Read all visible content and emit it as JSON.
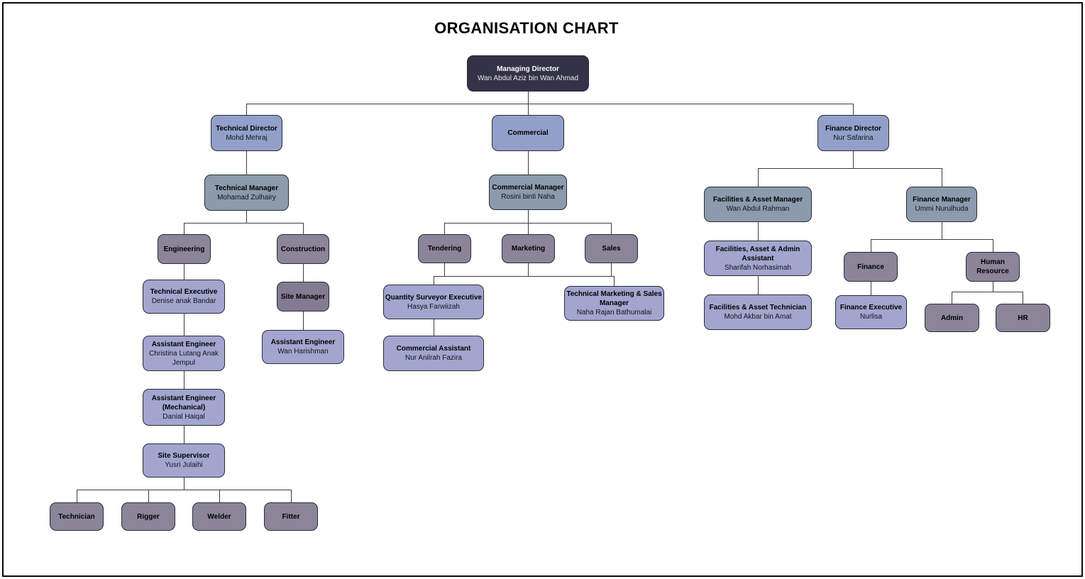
{
  "page": {
    "title": "ORGANISATION CHART"
  },
  "palette": {
    "executive_bg": "#333247",
    "executive_text": "#FFFFFF",
    "director_bg": "#92A0C9",
    "manager_bg": "#8C9AAD",
    "department_bg": "#8A8599",
    "site_manager_bg": "#817C92",
    "staff_bg": "#A2A5CE",
    "node_border": "#2B2B36",
    "connector": "#3D3D3D"
  },
  "org": {
    "nodes": {
      "md": {
        "title": "Managing Director",
        "name": "Wan Abdul Aziz bin Wan Ahmad"
      },
      "td": {
        "title": "Technical Director",
        "name": "Mohd Mehraj"
      },
      "com": {
        "title": "Commercial"
      },
      "fd": {
        "title": "Finance Director",
        "name": "Nur Safarina"
      },
      "tm": {
        "title": "Technical Manager",
        "name": "Mohamad Zulhairy"
      },
      "cm": {
        "title": "Commercial Manager",
        "name": "Rosini binti Naha"
      },
      "fam": {
        "title": "Facilities & Asset Manager",
        "name": "Wan Abdul Rahman"
      },
      "fm": {
        "title": "Finance Manager",
        "name": "Ummi Nurulhuda"
      },
      "eng": {
        "title": "Engineering"
      },
      "con": {
        "title": "Construction"
      },
      "ten": {
        "title": "Tendering"
      },
      "mkt": {
        "title": "Marketing"
      },
      "sal": {
        "title": "Sales"
      },
      "te": {
        "title": "Technical Executive",
        "name": "Denise anak Bandar"
      },
      "sm": {
        "title": "Site Manager"
      },
      "qse": {
        "title": "Quantity Surveyor Executive",
        "name": "Hasya Farwiizah"
      },
      "tms": {
        "title": "Technical Marketing & Sales Manager",
        "name": "Naha Rajan Bathumalai"
      },
      "faa": {
        "title": "Facilities, Asset & Admin Assistant",
        "name": "Sharifah Norhasimah"
      },
      "fin": {
        "title": "Finance"
      },
      "hrd": {
        "title": "Human Resource"
      },
      "ae1": {
        "title": "Assistant Engineer",
        "name": "Christina Lutang Anak Jempul"
      },
      "ae2": {
        "title": "Assistant Engineer",
        "name": "Wan Harishman"
      },
      "ca": {
        "title": "Commercial Assistant",
        "name": "Nur Anilrah Fazira"
      },
      "fat": {
        "title": "Facilities & Asset Technician",
        "name": "Mohd Akbar bin Amat"
      },
      "fe": {
        "title": "Finance Executive",
        "name": "Nurlisa"
      },
      "adm": {
        "title": "Admin"
      },
      "hr": {
        "title": "HR"
      },
      "aem": {
        "title": "Assistant Engineer (Mechanical)",
        "name": "Danial Haiqal"
      },
      "ss": {
        "title": "Site Supervisor",
        "name": "Yusri Julaihi"
      },
      "tech": {
        "title": "Technician"
      },
      "rig": {
        "title": "Rigger"
      },
      "wel": {
        "title": "Welder"
      },
      "fit": {
        "title": "Fitter"
      }
    }
  }
}
